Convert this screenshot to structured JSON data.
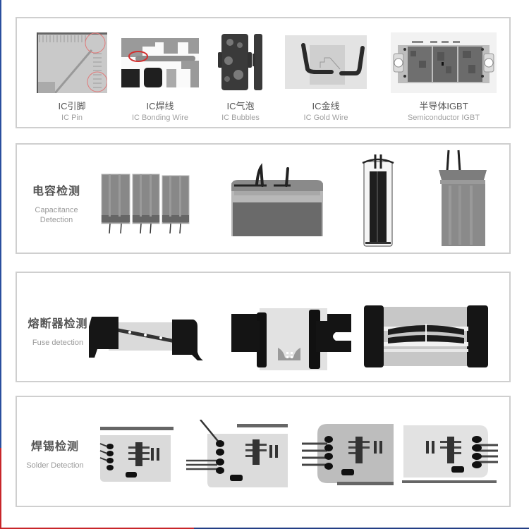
{
  "ic_section": {
    "items": [
      {
        "zh": "IC引脚",
        "en": "IC Pin",
        "icon": "ic-pin-xray-image"
      },
      {
        "zh": "IC焊线",
        "en": "IC Bonding Wire",
        "icon": "ic-bonding-wire-xray-image"
      },
      {
        "zh": "IC气泡",
        "en": "IC Bubbles",
        "icon": "ic-bubbles-xray-image"
      },
      {
        "zh": "IC金线",
        "en": "IC Gold Wire",
        "icon": "ic-gold-wire-xray-image"
      },
      {
        "zh": "半导体IGBT",
        "en": "Semiconductor IGBT",
        "icon": "igbt-xray-image"
      }
    ]
  },
  "capacitance_section": {
    "title_zh": "电容检测",
    "title_en_line1": "Capacitance",
    "title_en_line2": "Detection"
  },
  "fuse_section": {
    "title_zh": "熔断器检测",
    "title_en": "Fuse detection"
  },
  "solder_section": {
    "title_zh": "焊锡检测",
    "title_en": "Solder Detection"
  },
  "colors": {
    "accent_blue": "#2a4f9e",
    "accent_red": "#c8262a",
    "panel_border": "#cfcfcf",
    "title_text": "#555555",
    "subtitle_text": "#9a9a9a"
  }
}
